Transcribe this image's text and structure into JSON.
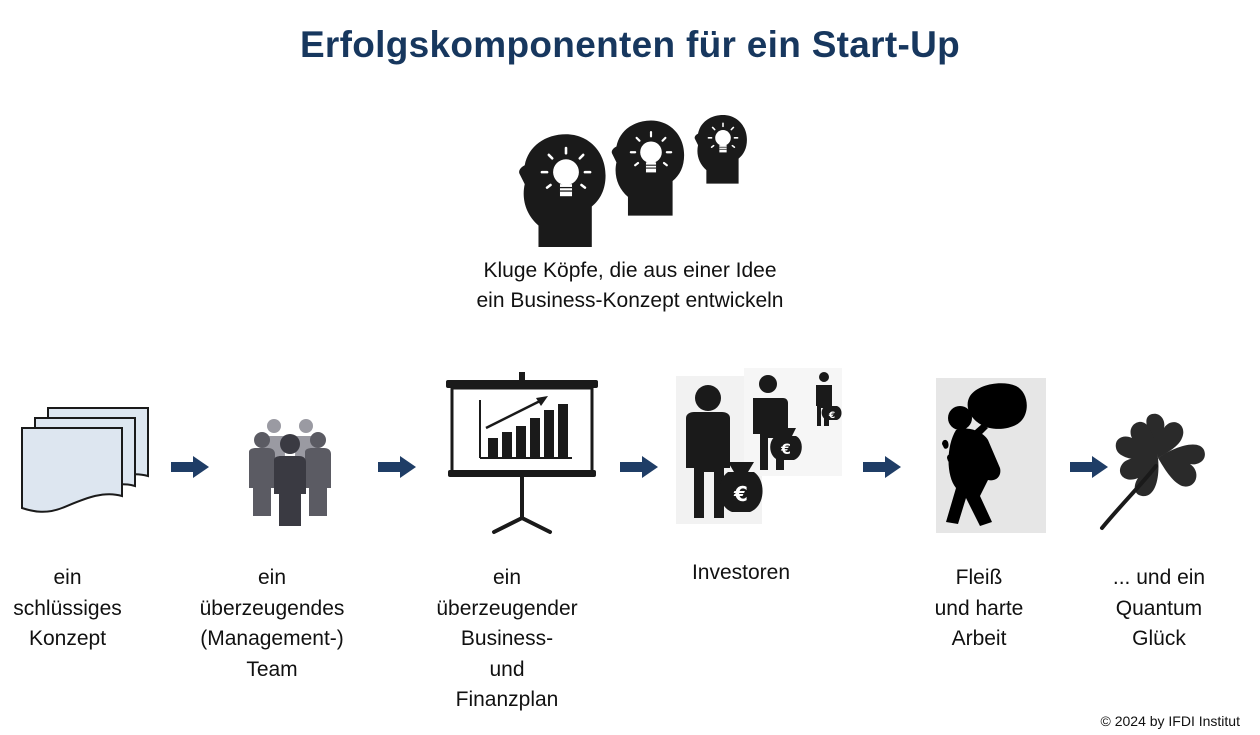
{
  "title": "Erfolgskomponenten für ein Start-Up",
  "idea": {
    "icon": "heads-with-lightbulbs-icon",
    "lines": [
      "Kluge Köpfe, die aus einer Idee",
      "ein Business-Konzept entwickeln"
    ]
  },
  "steps": [
    {
      "icon": "stacked-documents-icon",
      "lines": [
        "ein",
        "schlüssiges",
        "Konzept"
      ]
    },
    {
      "icon": "team-people-icon",
      "lines": [
        "ein",
        "überzeugendes",
        "(Management-)",
        "Team"
      ]
    },
    {
      "icon": "presentation-board-chart-icon",
      "lines": [
        "ein",
        "überzeugender",
        "Business-",
        "und",
        "Finanzplan"
      ]
    },
    {
      "icon": "investors-money-bags-icon",
      "lines": [
        "Investoren"
      ]
    },
    {
      "icon": "person-carrying-sack-icon",
      "lines": [
        "Fleiß",
        "und harte",
        "Arbeit"
      ]
    },
    {
      "icon": "four-leaf-clover-icon",
      "lines": [
        "... und ein",
        "Quantum",
        "Glück"
      ]
    }
  ],
  "arrow_icon": "right-arrow-icon",
  "colors": {
    "title": "#17375e",
    "arrow": "#1f3d66",
    "icon": "#1a1a1a"
  },
  "copyright": "© 2024 by IFDI Institut"
}
